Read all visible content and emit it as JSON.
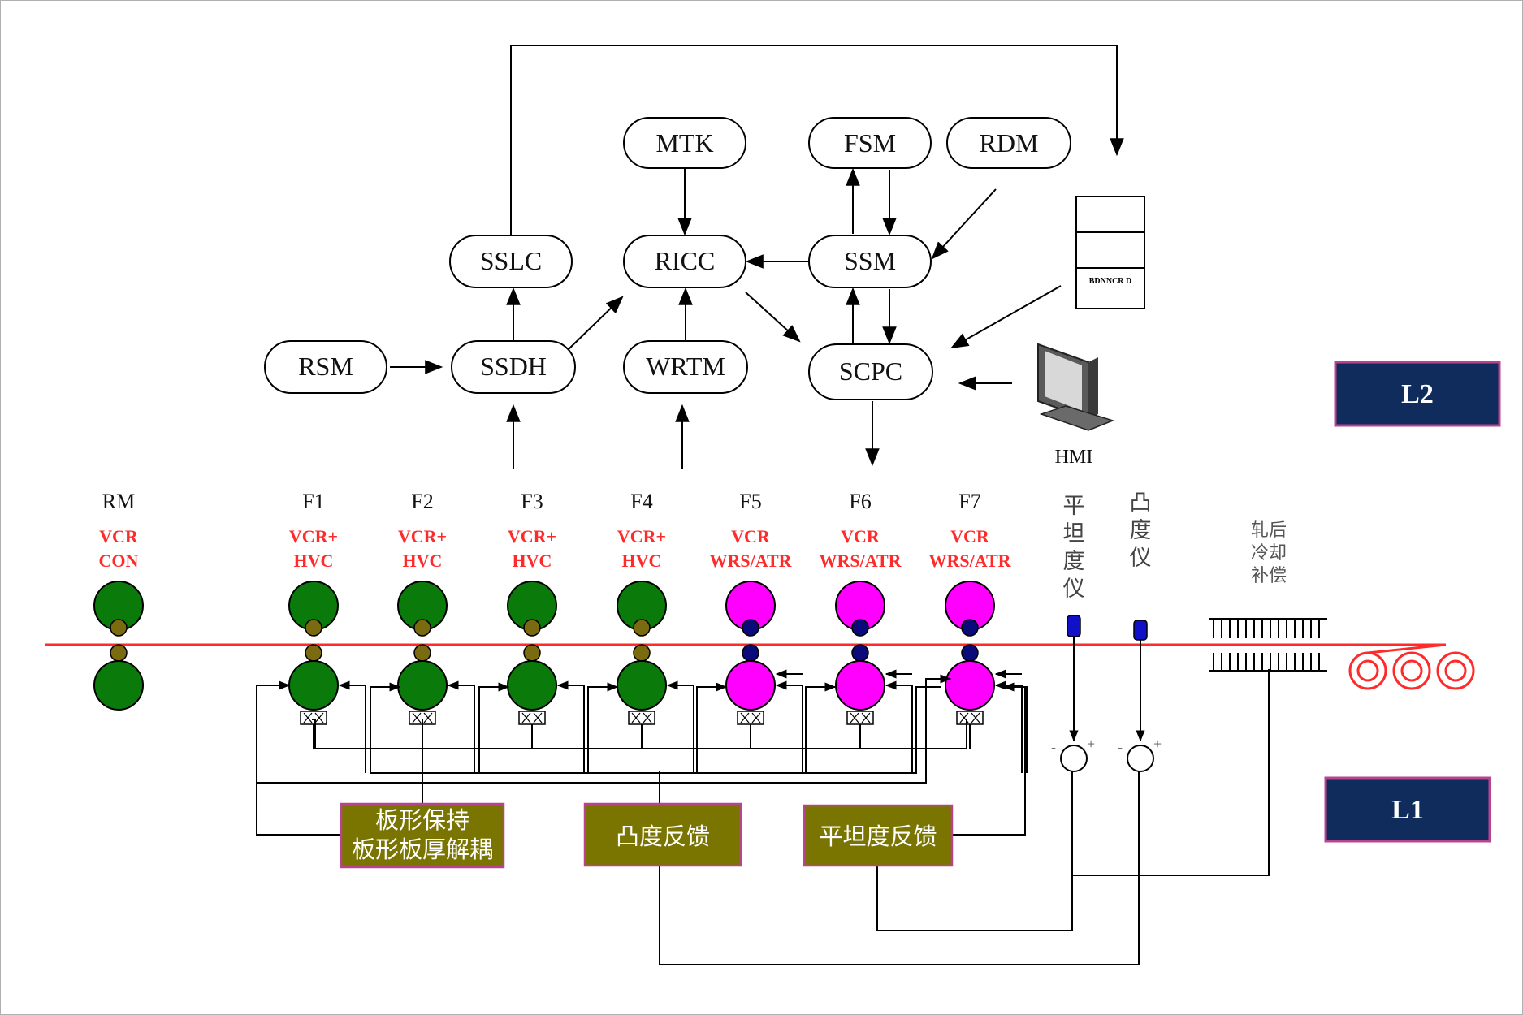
{
  "colors": {
    "green_roll": "#0a7a0a",
    "pink_roll": "#ff00ff",
    "strip": "#ff2a2a",
    "control_box": "#7a7400",
    "level_box": "#0f2c5c",
    "level_border": "#b8448f"
  },
  "l2_modules": {
    "mtk": "MTK",
    "fsm": "FSM",
    "rdm": "RDM",
    "sslc": "SSLC",
    "ricc": "RICC",
    "ssm": "SSM",
    "rsm": "RSM",
    "ssdh": "SSDH",
    "wrtm": "WRTM",
    "scpc": "SCPC"
  },
  "server_label": "BDNNCR D",
  "hmi_label": "HMI",
  "levels": {
    "l2": "L2",
    "l1": "L1"
  },
  "stands": [
    {
      "name": "RM",
      "mode_line1": "VCR",
      "mode_line2": "CON"
    },
    {
      "name": "F1",
      "mode_line1": "VCR+",
      "mode_line2": "HVC"
    },
    {
      "name": "F2",
      "mode_line1": "VCR+",
      "mode_line2": "HVC"
    },
    {
      "name": "F3",
      "mode_line1": "VCR+",
      "mode_line2": "HVC"
    },
    {
      "name": "F4",
      "mode_line1": "VCR+",
      "mode_line2": "HVC"
    },
    {
      "name": "F5",
      "mode_line1": "VCR",
      "mode_line2": "WRS/ATR"
    },
    {
      "name": "F6",
      "mode_line1": "VCR",
      "mode_line2": "WRS/ATR"
    },
    {
      "name": "F7",
      "mode_line1": "VCR",
      "mode_line2": "WRS/ATR"
    }
  ],
  "instruments": {
    "flatness_gauge": [
      "平",
      "坦",
      "度",
      "仪"
    ],
    "crown_gauge": [
      "凸",
      "度",
      "仪"
    ],
    "cooling_comp": [
      "轧后",
      "冷却",
      "补偿"
    ]
  },
  "controllers": {
    "shape_hold_line1": "板形保持",
    "shape_hold_line2": "板形板厚解耦",
    "crown_feedback": "凸度反馈",
    "flatness_feedback": "平坦度反馈"
  },
  "summing_signs": {
    "minus": "-",
    "plus": "+"
  }
}
